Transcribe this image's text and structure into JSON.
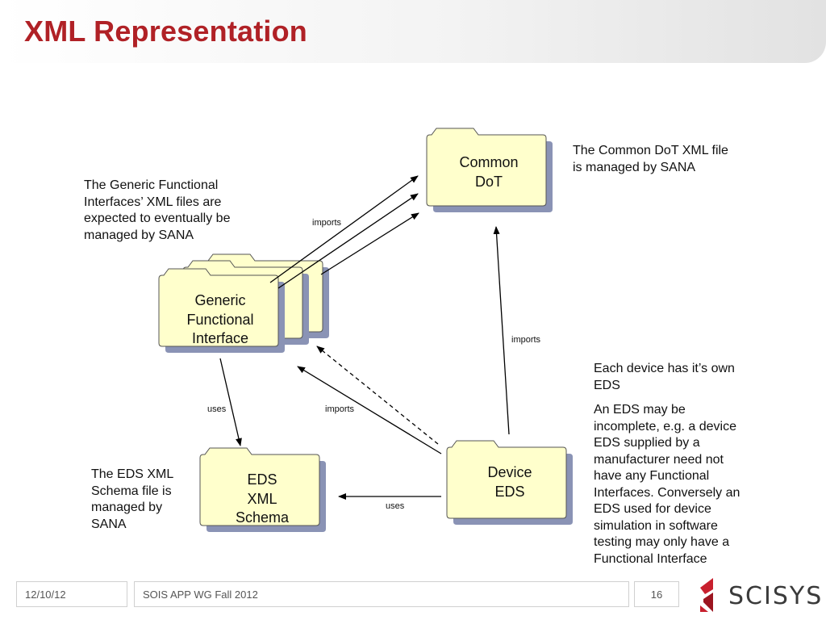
{
  "slide": {
    "title": "XML Representation"
  },
  "diagram": {
    "nodes": {
      "common_dot": "Common\nDoT",
      "generic_functional_interface": "Generic\nFunctional\nInterface",
      "eds_xml_schema": "EDS\nXML\nSchema",
      "device_eds": "Device\nEDS"
    },
    "edge_labels": {
      "gfi_imports_common_dot": "imports",
      "device_imports_common_dot": "imports",
      "gfi_uses_schema": "uses",
      "device_imports_gfi": "imports",
      "device_uses_schema": "uses"
    }
  },
  "notes": {
    "common_dot": "The Common DoT XML file is managed by SANA",
    "generic_functional": "The Generic Functional Interfaces’ XML files are expected to eventually be managed by SANA",
    "eds_schema": "The EDS XML Schema file is managed by SANA",
    "device_own_eds": "Each device has it’s own EDS",
    "eds_incomplete": "An EDS may be incomplete, e.g. a device EDS supplied by a manufacturer need not have any Functional Interfaces. Conversely an EDS used for device simulation in software testing may only have a Functional Interface"
  },
  "footer": {
    "date": "12/10/12",
    "event": "SOIS APP WG Fall 2012",
    "page": "16",
    "logo_text": "SCISYS"
  },
  "colors": {
    "title": "#b02126",
    "folder_fill": "#ffffcc",
    "folder_shadow": "#8a93b5",
    "logo_red": "#c8202e"
  }
}
